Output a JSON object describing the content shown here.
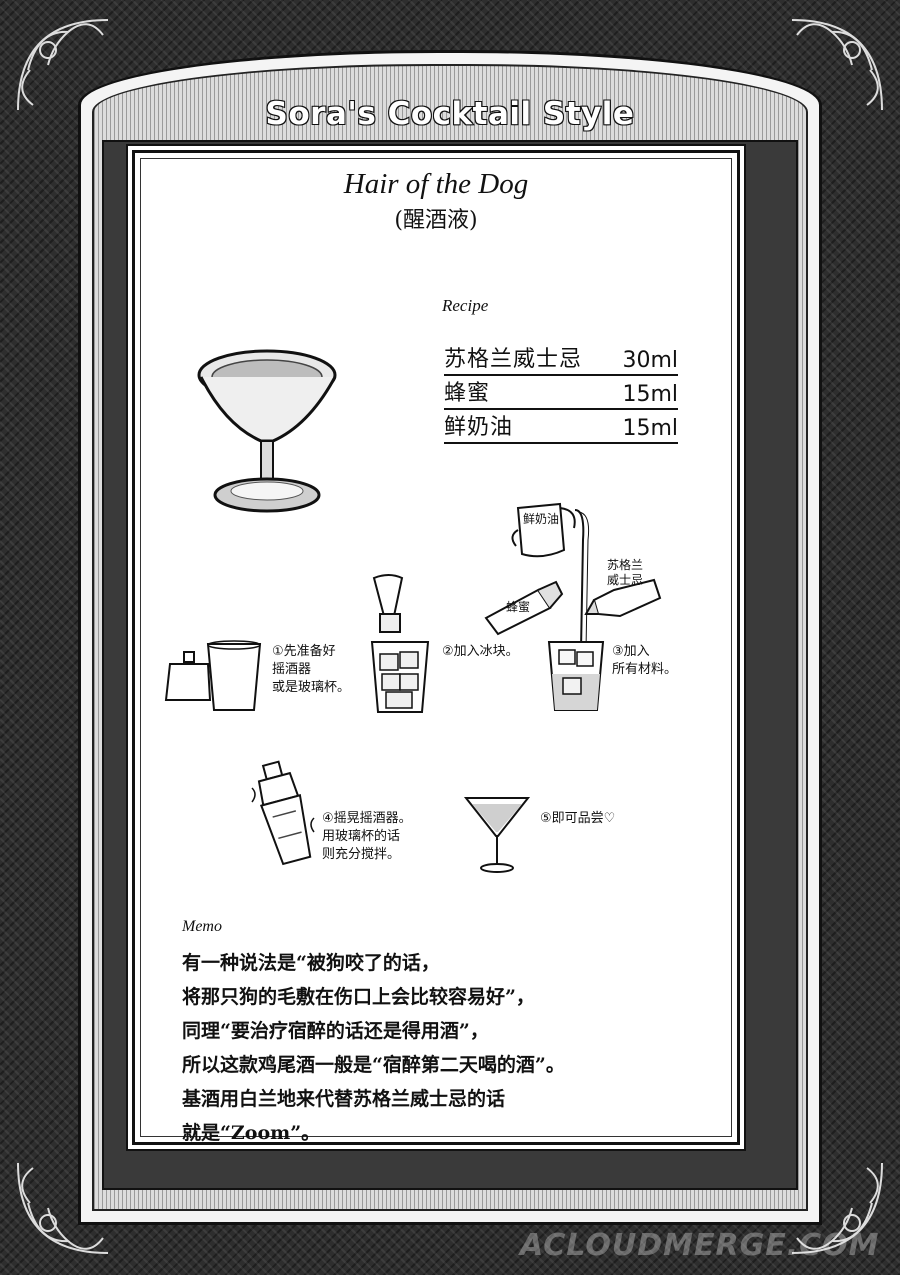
{
  "header": {
    "title": "Sora's Cocktail Style"
  },
  "drink": {
    "name": "Hair of the Dog",
    "subtitle": "(醒酒液)"
  },
  "recipe": {
    "label": "Recipe",
    "ingredients": [
      {
        "name": "苏格兰威士忌",
        "amount": "30ml"
      },
      {
        "name": "蜂蜜",
        "amount": "15ml"
      },
      {
        "name": "鲜奶油",
        "amount": "15ml"
      }
    ]
  },
  "labels": {
    "cream": "鲜奶油",
    "honey": "蜂蜜",
    "scotch": "苏格兰\n威士忌"
  },
  "steps": [
    "①先准备好\n摇酒器\n或是玻璃杯。",
    "②加入冰块。",
    "③加入\n所有材料。",
    "④摇晃摇酒器。\n用玻璃杯的话\n则充分搅拌。",
    "⑤即可品尝♡"
  ],
  "memo": {
    "label": "Memo",
    "lines": [
      "有一种说法是“被狗咬了的话，",
      "将那只狗的毛敷在伤口上会比较容易好”，",
      "同理“要治疗宿醉的话还是得用酒”，",
      "所以这款鸡尾酒一般是“宿醉第二天喝的酒”。",
      "基酒用白兰地来代替苏格兰威士忌的话",
      "就是“Zoom”。"
    ]
  },
  "watermark": {
    "text": "ACLOUDMERGE.COM"
  }
}
